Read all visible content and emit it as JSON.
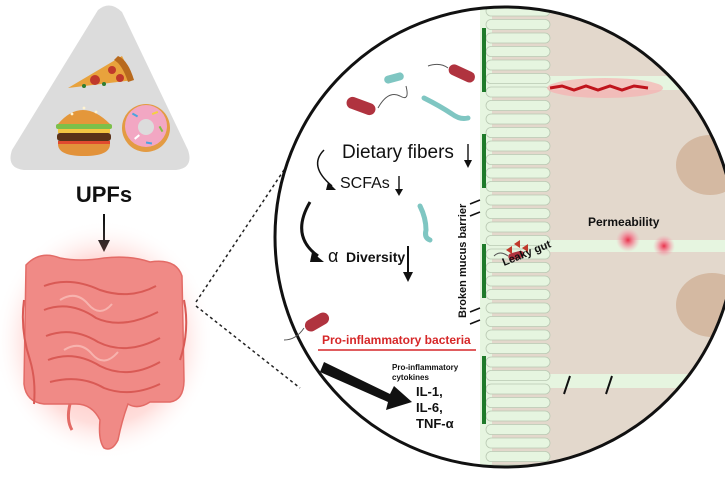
{
  "left_panel": {
    "food_label": "UPFs",
    "food_icons": [
      "pizza-icon",
      "burger-icon",
      "donut-icon"
    ],
    "organ_icon": "intestine-icon"
  },
  "zoom_panel": {
    "labels": {
      "dietary_fibers": "Dietary fibers",
      "scfas": "SCFAs",
      "alpha": "α",
      "diversity": "Diversity",
      "pro_inflammatory_bacteria": "Pro-inflammatory bacteria",
      "cytokines_title_line1": "Pro-inflammatory",
      "cytokines_title_line2": "cytokines",
      "il1": "IL-1,",
      "il6": "IL-6,",
      "tnf": "TNF-α",
      "mucus_barrier": "Broken mucus barrier",
      "leaky_gut": "Leaky gut",
      "permeability": "Permeability"
    }
  },
  "colors": {
    "triangle": "#dcdcdc",
    "intestine": "#f08a86",
    "intestine_glow": "#ff6f66",
    "mucus_bar": "#1f7a2a",
    "villi_fill": "#e6f5e0",
    "tissue": "#e3d8cc",
    "highlight_red": "#d62728"
  }
}
